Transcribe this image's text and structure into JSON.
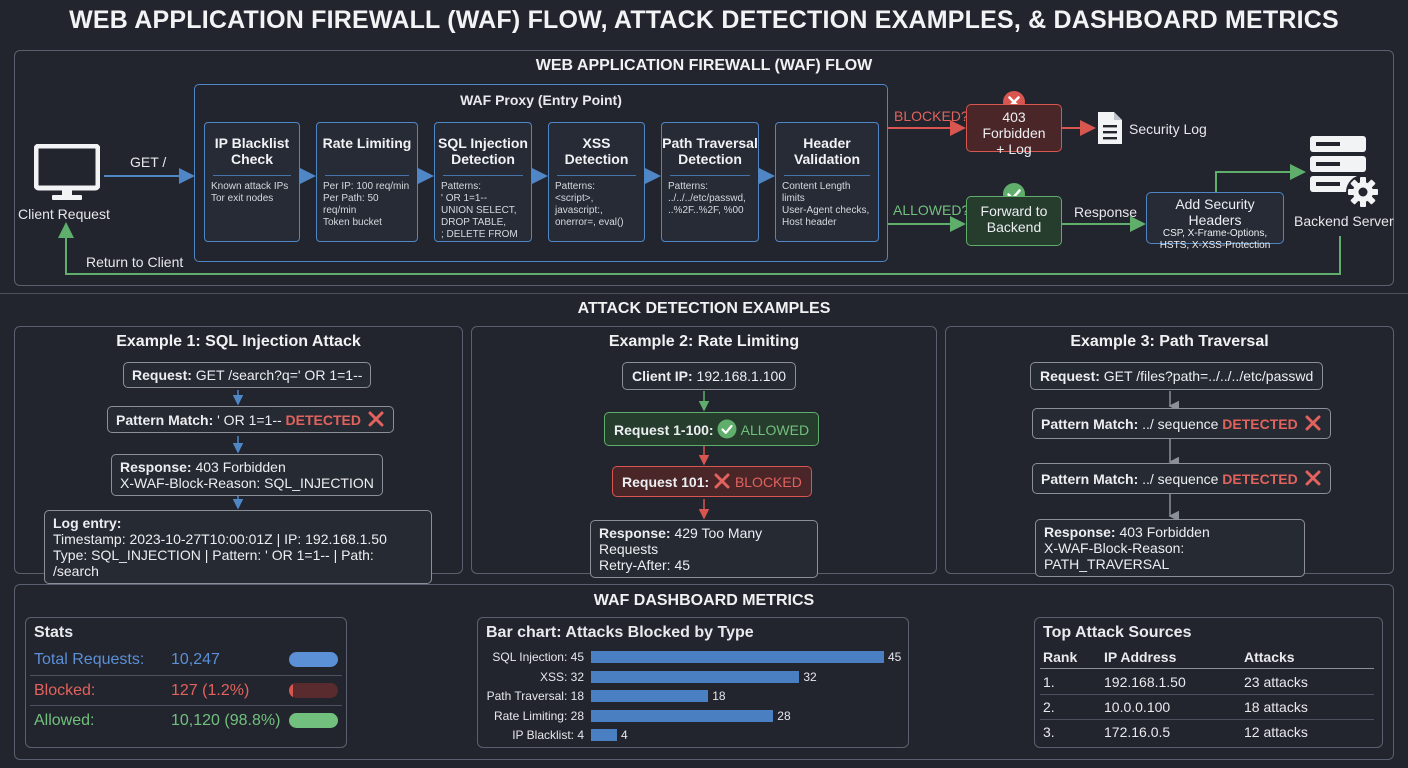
{
  "title": "WEB APPLICATION FIREWALL (WAF) FLOW, ATTACK DETECTION EXAMPLES, & DASHBOARD METRICS",
  "flow": {
    "section_title": "WEB APPLICATION FIREWALL (WAF) FLOW",
    "client_label": "Client Request",
    "get_label": "GET /",
    "return_label": "Return to Client",
    "proxy_title": "WAF Proxy (Entry Point)",
    "filters": [
      {
        "title": "IP Blacklist Check",
        "desc": "Known attack IPs\nTor exit nodes"
      },
      {
        "title": "Rate Limiting",
        "desc": "Per IP: 100 req/min\nPer Path: 50 req/min\nToken bucket"
      },
      {
        "title": "SQL Injection Detection",
        "desc": "Patterns:\n' OR 1=1--\nUNION SELECT,\nDROP TABLE,\n; DELETE FROM"
      },
      {
        "title": "XSS Detection",
        "desc": "Patterns:\n<script>, javascript:,\nonerror=, eval()"
      },
      {
        "title": "Path Traversal Detection",
        "desc": "Patterns:\n../../../etc/passwd,\n..%2F..%2F, %00"
      },
      {
        "title": "Header Validation",
        "desc": "Content Length limits\nUser-Agent checks,\nHost header"
      }
    ],
    "blocked_q": "BLOCKED?",
    "allowed_q": "ALLOWED?",
    "forbidden_box": "403 Forbidden\n+ Log",
    "security_log": "Security Log",
    "forward_box": "Forward to\nBackend",
    "response_label": "Response",
    "headers_title": "Add Security Headers",
    "headers_desc": "CSP, X-Frame-Options,\nHSTS, X-XSS-Protection",
    "backend_label": "Backend Server"
  },
  "examples": {
    "section_title": "ATTACK DETECTION EXAMPLES",
    "ex1": {
      "title": "Example 1: SQL Injection Attack",
      "request_k": "Request:",
      "request_v": " GET /search?q=' OR 1=1--",
      "match_k": "Pattern Match:",
      "match_v": " ' OR 1=1-- ",
      "match_d": "DETECTED",
      "resp_k": "Response:",
      "resp_v": " 403 Forbidden",
      "resp_line2": "X-WAF-Block-Reason: SQL_INJECTION",
      "log_k": "Log entry:",
      "log_line1": "Timestamp: 2023-10-27T10:00:01Z | IP: 192.168.1.50",
      "log_line2": "Type: SQL_INJECTION | Pattern: ' OR 1=1-- | Path: /search"
    },
    "ex2": {
      "title": "Example 2: Rate Limiting",
      "ip_k": "Client IP:",
      "ip_v": " 192.168.1.100",
      "req1_k": "Request 1-100:",
      "req1_v": "ALLOWED",
      "req2_k": "Request 101:",
      "req2_v": "BLOCKED",
      "resp_k": "Response:",
      "resp_v": " 429 Too Many Requests",
      "resp_line2": "Retry-After: 45"
    },
    "ex3": {
      "title": "Example 3: Path Traversal",
      "request_k": "Request:",
      "request_v": " GET /files?path=../../../etc/passwd",
      "match1_k": "Pattern Match:",
      "match1_v": " ../ sequence ",
      "match1_d": "DETECTED",
      "match2_k": "Pattern Match:",
      "match2_v": " ../ sequence ",
      "match2_d": "DETECTED",
      "resp_k": "Response:",
      "resp_v": " 403 Forbidden",
      "resp_line2": "X-WAF-Block-Reason: PATH_TRAVERSAL"
    }
  },
  "dashboard": {
    "section_title": "WAF DASHBOARD METRICS",
    "stats": {
      "title": "Stats",
      "rows": [
        {
          "label": "Total Requests:",
          "value": "10,247",
          "color": "#5b8fd6"
        },
        {
          "label": "Blocked:",
          "value": "127 (1.2%)",
          "color": "#e2625d"
        },
        {
          "label": "Allowed:",
          "value": "10,120 (98.8%)",
          "color": "#71c07d"
        }
      ]
    },
    "sources": {
      "title": "Top Attack Sources",
      "headers": [
        "Rank",
        "IP Address",
        "Attacks"
      ],
      "rows": [
        [
          "1.",
          "192.168.1.50",
          "23 attacks"
        ],
        [
          "2.",
          "10.0.0.100",
          "18 attacks"
        ],
        [
          "3.",
          "172.16.0.5",
          "12 attacks"
        ]
      ]
    }
  },
  "chart_data": {
    "type": "bar",
    "title": "Bar chart: Attacks Blocked by Type",
    "categories": [
      "SQL Injection: 45",
      "XSS: 32",
      "Path Traversal: 18",
      "Rate Limiting: 28",
      "IP Blacklist: 4"
    ],
    "values": [
      45,
      32,
      18,
      28,
      4
    ],
    "orientation": "horizontal",
    "xlim": [
      0,
      45
    ],
    "grid": false
  }
}
